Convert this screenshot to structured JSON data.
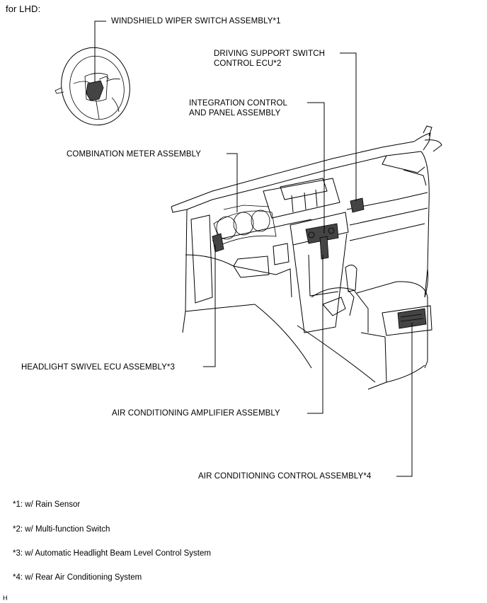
{
  "header": {
    "variant": "for LHD:"
  },
  "labels": {
    "wiper": "WINDSHIELD WIPER SWITCH ASSEMBLY*1",
    "driving_support_1": "DRIVING SUPPORT SWITCH",
    "driving_support_2": "CONTROL ECU*2",
    "integration_1": "INTEGRATION CONTROL",
    "integration_2": "AND PANEL ASSEMBLY",
    "combination_meter": "COMBINATION METER ASSEMBLY",
    "headlight_swivel": "HEADLIGHT SWIVEL ECU ASSEMBLY*3",
    "ac_amplifier": "AIR CONDITIONING AMPLIFIER ASSEMBLY",
    "ac_control": "AIR CONDITIONING CONTROL ASSEMBLY*4"
  },
  "notes": [
    "*1: w/ Rain Sensor",
    "*2: w/ Multi-function Switch",
    "*3: w/ Automatic Headlight Beam Level Control System",
    "*4: w/ Rear Air Conditioning System"
  ],
  "footer": {
    "code": "H"
  }
}
